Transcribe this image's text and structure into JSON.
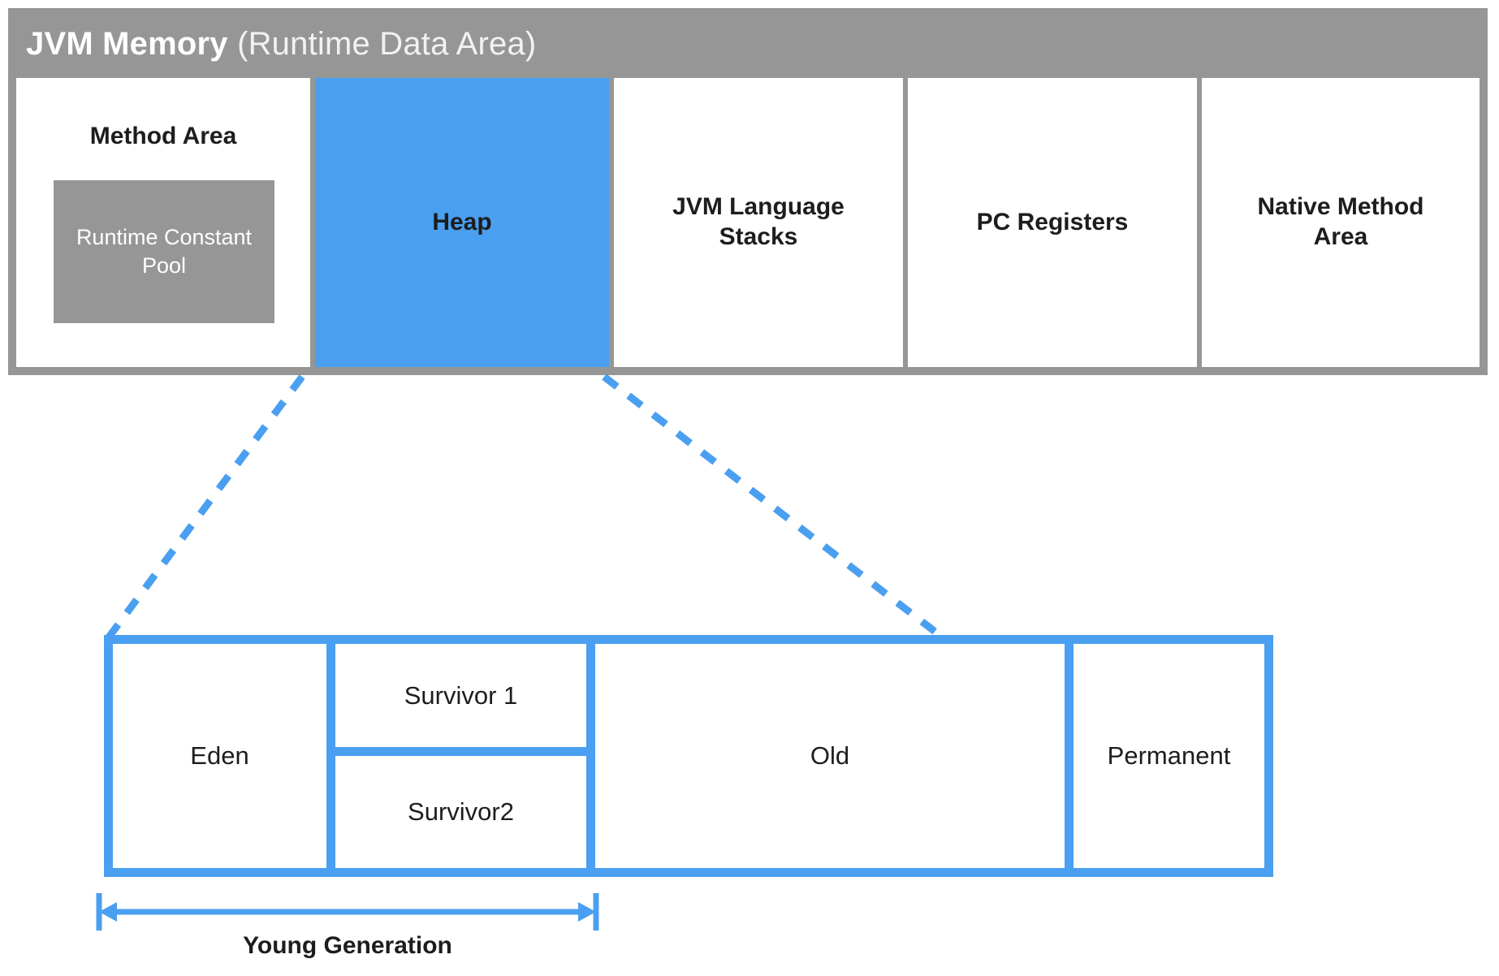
{
  "diagram": {
    "title_strong": "JVM Memory",
    "title_light": " (Runtime Data Area)",
    "colors": {
      "frame_gray": "#969696",
      "highlight_blue": "#4a9ff0",
      "text_dark": "#1d1d1d",
      "white": "#ffffff"
    }
  },
  "runtime_data_area": {
    "cells": [
      {
        "label": "Method Area",
        "highlighted": false
      },
      {
        "label": "Heap",
        "highlighted": true
      },
      {
        "label": "JVM Language Stacks",
        "highlighted": false
      },
      {
        "label": "PC Registers",
        "highlighted": false
      },
      {
        "label": "Native Method Area",
        "highlighted": false
      }
    ],
    "method_area": {
      "label": "Method Area",
      "nested_box_label": "Runtime Constant Pool"
    },
    "heap": {
      "label": "Heap"
    },
    "jvm_language_stacks": {
      "line1": "JVM Language",
      "line2": "Stacks"
    },
    "pc_registers": {
      "label": "PC Registers"
    },
    "native_method_area": {
      "line1": "Native Method",
      "line2": "Area"
    }
  },
  "heap_detail": {
    "regions": [
      {
        "label": "Eden"
      },
      {
        "label": "Survivor 1"
      },
      {
        "label": "Survivor2"
      },
      {
        "label": "Old"
      },
      {
        "label": "Permanent"
      }
    ],
    "eden": {
      "label": "Eden"
    },
    "survivor1": {
      "label": "Survivor 1"
    },
    "survivor2": {
      "label": "Survivor2"
    },
    "old": {
      "label": "Old"
    },
    "permanent": {
      "label": "Permanent"
    },
    "measure": {
      "label": "Young Generation"
    }
  }
}
